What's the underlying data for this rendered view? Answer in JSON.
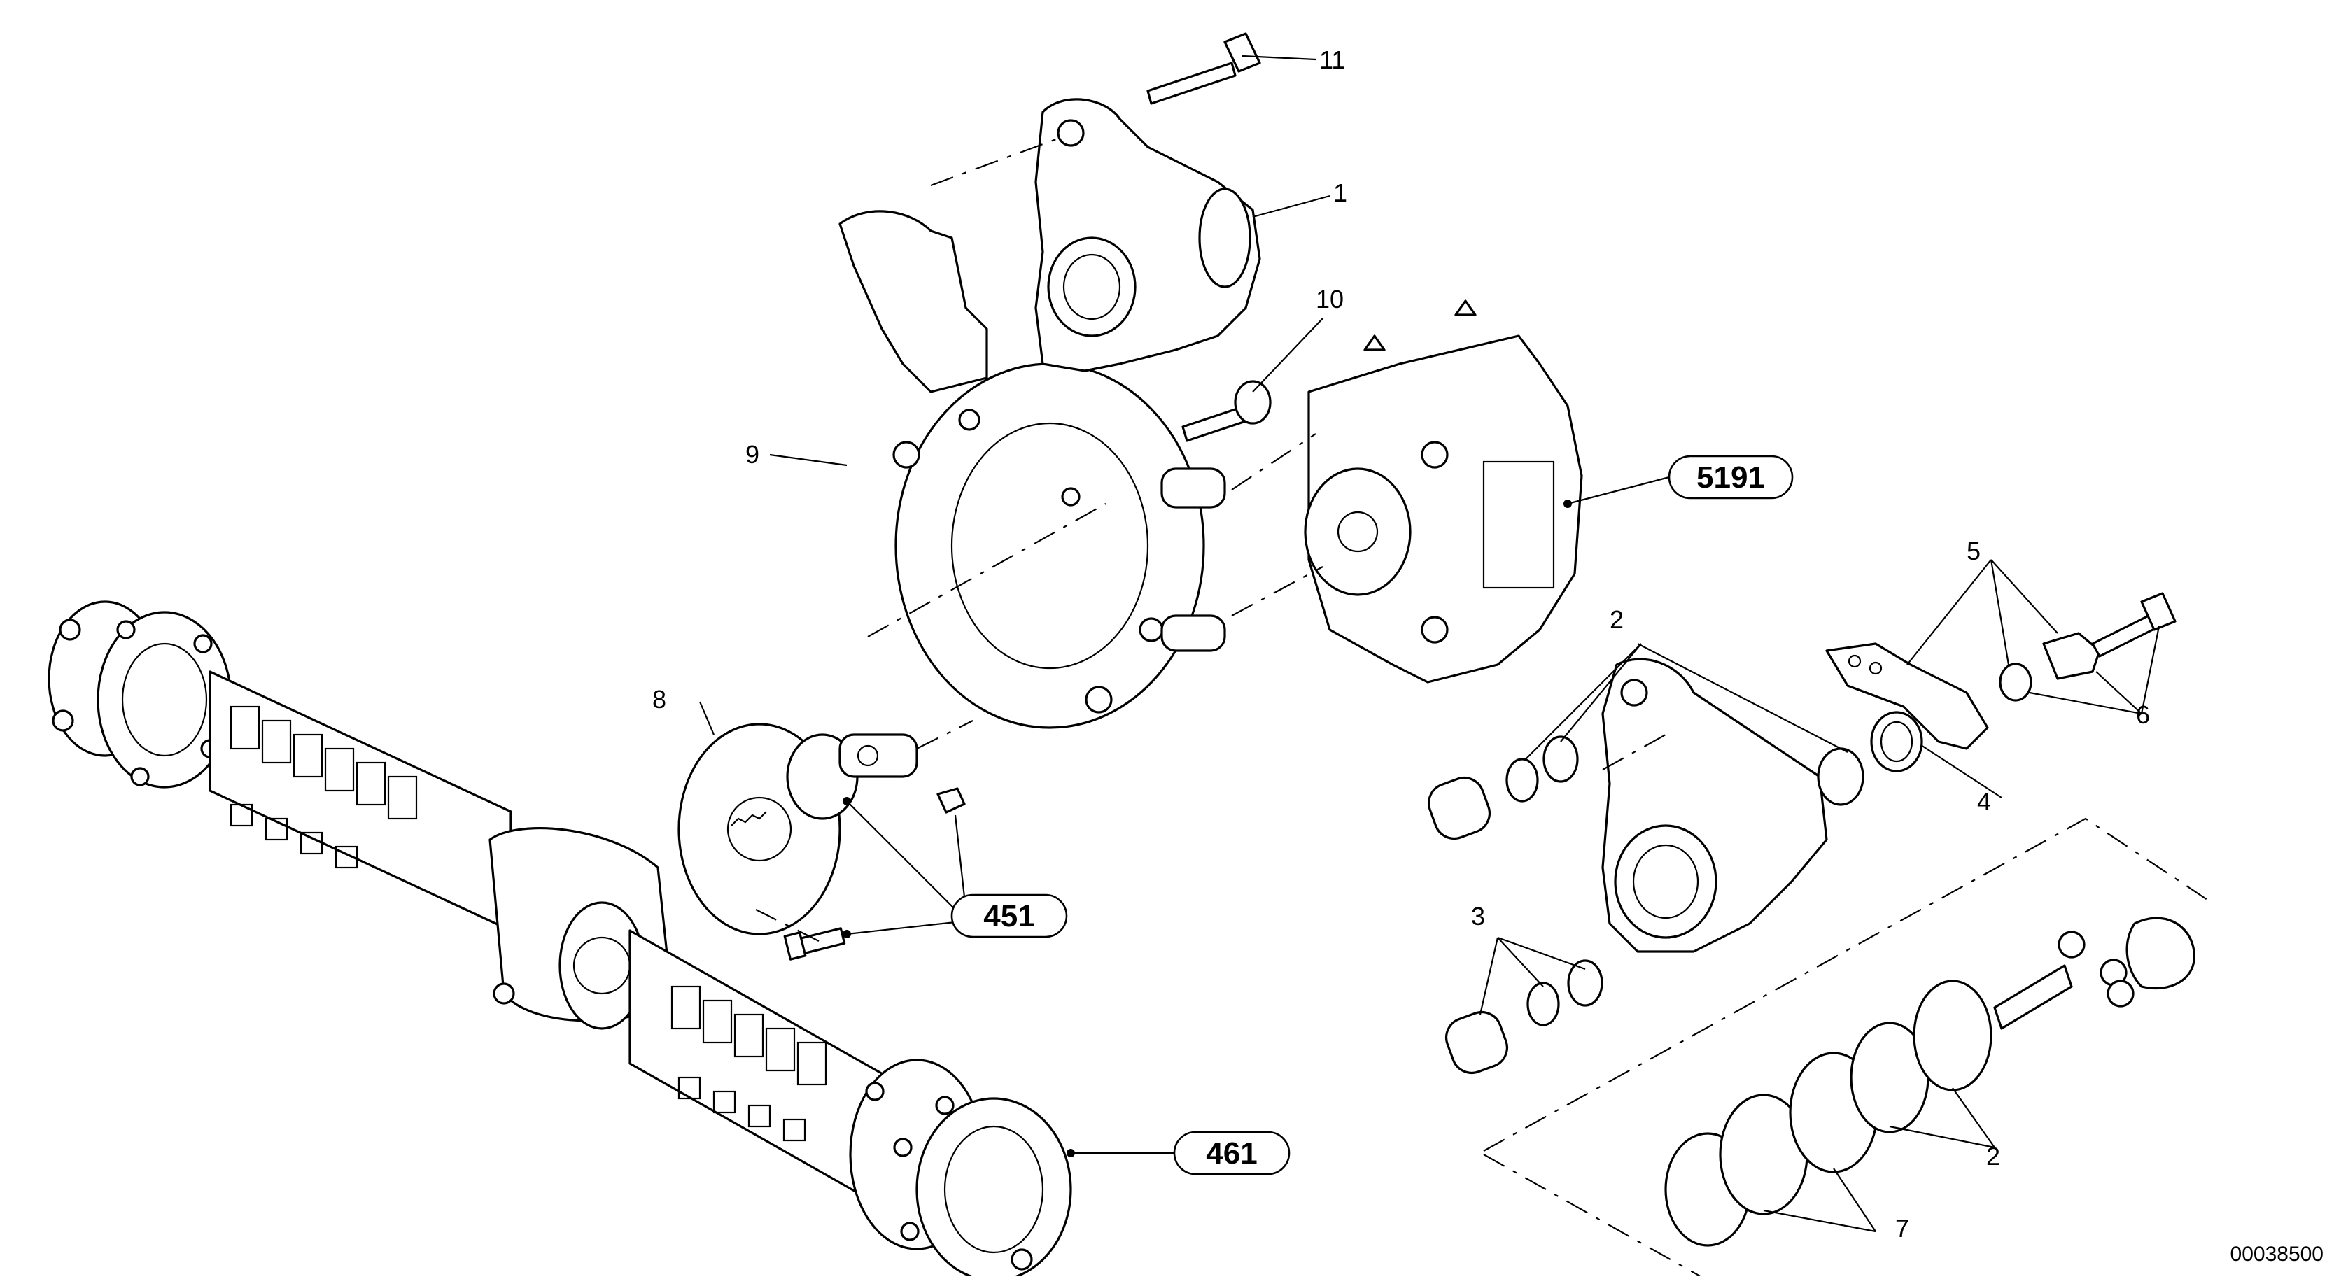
{
  "diagram": {
    "part_numbers": {
      "p1": "1",
      "p2a": "2",
      "p2b": "2",
      "p3": "3",
      "p4": "4",
      "p5": "5",
      "p6": "6",
      "p7": "7",
      "p8": "8",
      "p9": "9",
      "p10": "10",
      "p11": "11"
    },
    "references": {
      "r5191": "5191",
      "r451": "451",
      "r461": "461"
    },
    "document_id": "00038500"
  }
}
